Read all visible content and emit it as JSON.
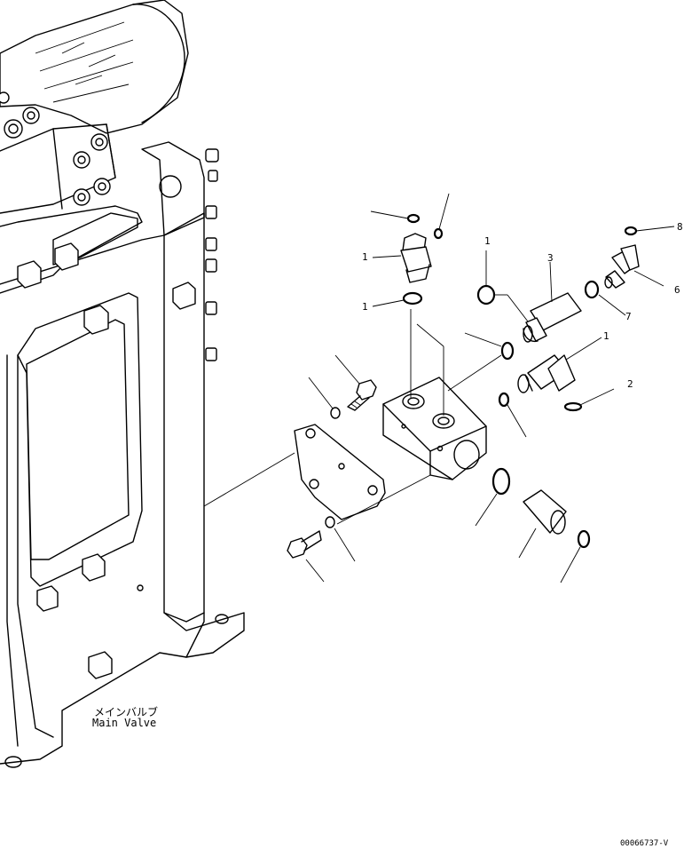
{
  "labels": {
    "main_valve_jp": "メインバルブ",
    "main_valve_en": "Main Valve",
    "figure_code": "00066737-V"
  },
  "callouts": {
    "c1": "1",
    "c2": "1",
    "c3": "1",
    "c4": "3",
    "c5": "7",
    "c6": "1",
    "c7": "2",
    "c8": "8",
    "c9": "6"
  }
}
